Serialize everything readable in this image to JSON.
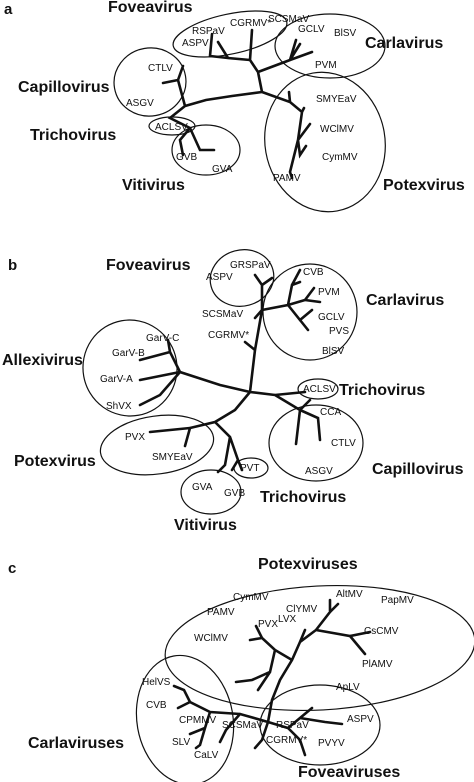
{
  "panels": [
    {
      "letter": "a",
      "groups": [
        "Foveavirus",
        "Carlavirus",
        "Capillovirus",
        "Trichovirus",
        "Vitivirus",
        "Potexvirus"
      ],
      "leaves": [
        "CGRMV*",
        "SCSMaV",
        "RSPaV",
        "ASPV",
        "GCLV",
        "BlSV",
        "PVM",
        "CTLV",
        "ASGV",
        "ACLSV",
        "GVB",
        "GVA",
        "SMYEaV",
        "WClMV",
        "CymMV",
        "PAMV"
      ]
    },
    {
      "letter": "b",
      "groups": [
        "Foveavirus",
        "Carlavirus",
        "Allexivirus",
        "Trichovirus",
        "Potexvirus",
        "Capillovirus",
        "Trichovirus",
        "Vitivirus"
      ],
      "leaves": [
        "GRSPaV",
        "ASPV",
        "SCSMaV",
        "CGRMV*",
        "CVB",
        "PVM",
        "GCLV",
        "PVS",
        "BlSV",
        "GarV-C",
        "GarV-B",
        "GarV-A",
        "ShVX",
        "ACLSV",
        "CCA",
        "CTLV",
        "ASGV",
        "PVX",
        "SMYEaV",
        "PVT",
        "GVA",
        "GVB"
      ]
    },
    {
      "letter": "c",
      "groups": [
        "Potexviruses",
        "Carlaviruses",
        "Foveaviruses"
      ],
      "leaves": [
        "AltMV",
        "CymMV",
        "ClYMV",
        "PapMV",
        "PAMV",
        "PVX",
        "LVX",
        "CsCMV",
        "WClMV",
        "PlAMV",
        "HelVS",
        "ApLV",
        "CVB",
        "CPMMV",
        "SCSMaV",
        "ASPV",
        "RSPaV",
        "SLV",
        "CGRMV*",
        "CaLV",
        "PVYV"
      ]
    }
  ]
}
